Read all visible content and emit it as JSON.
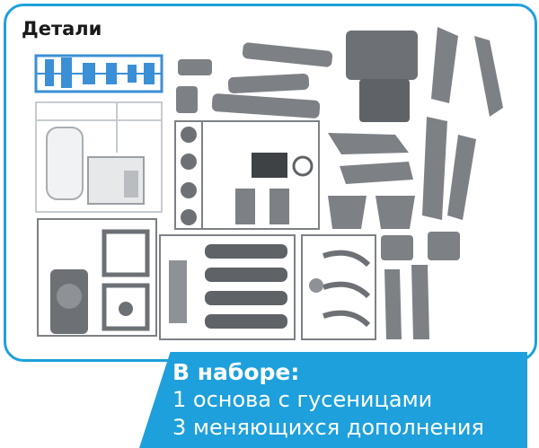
{
  "title": "Детали",
  "banner": {
    "heading": "В наборе:",
    "line1": "1 основа с гусеницами",
    "line2": "3 меняющихся дополнения"
  },
  "colors": {
    "accent": "#1ea0dc",
    "parts_gray": "#7d8185",
    "parts_light": "#d9dcdf",
    "parts_blue": "#3b8fd6"
  }
}
